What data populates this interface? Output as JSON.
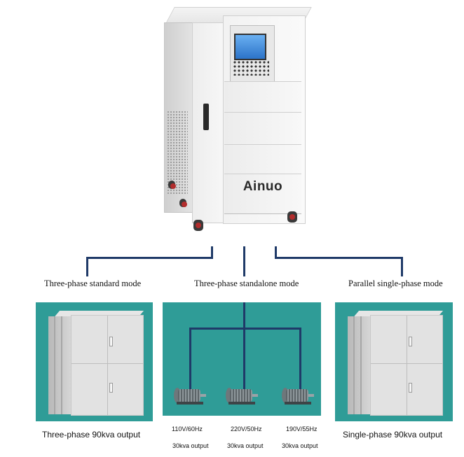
{
  "brand": "Ainuo",
  "modes": [
    {
      "label": "Three-phase standard mode"
    },
    {
      "label": "Three-phase standalone mode"
    },
    {
      "label": "Parallel single-phase mode"
    }
  ],
  "outputs": {
    "left": "Three-phase 90kva output",
    "right": "Single-phase 90kva output",
    "center": [
      {
        "voltage": "110V/60Hz",
        "power": "30kva output"
      },
      {
        "voltage": "220V/50Hz",
        "power": "30kva output"
      },
      {
        "voltage": "190V/55Hz",
        "power": "30kva output"
      }
    ]
  },
  "colors": {
    "panel_bg": "#2f9c97",
    "connector": "#1f3a68",
    "screen": "#2c73c8"
  }
}
